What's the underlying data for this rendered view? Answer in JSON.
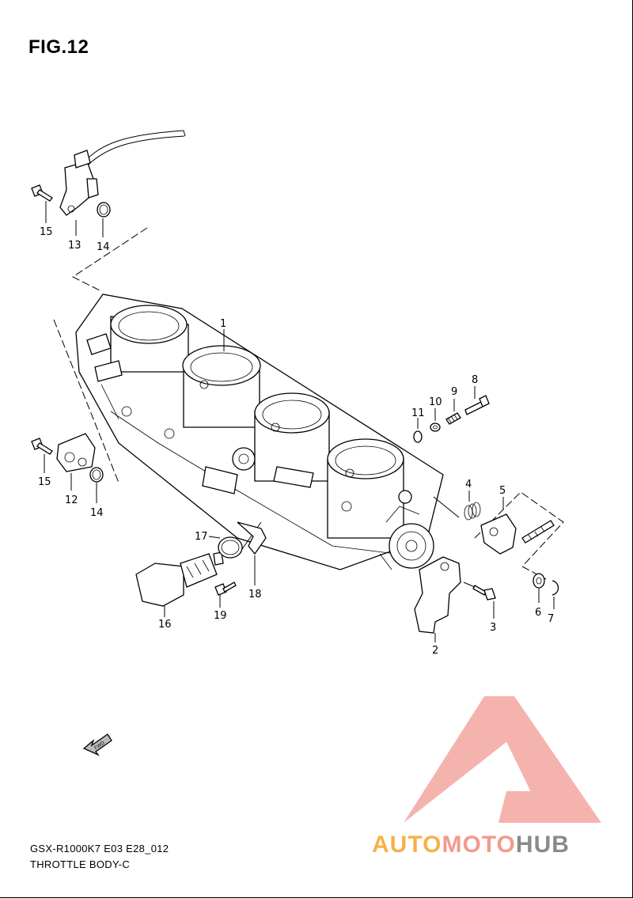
{
  "figure": {
    "title": "FIG.12",
    "model_code": "GSX-R1000K7 E03 E28_012",
    "name": "THROTTLE BODY-C"
  },
  "callouts": [
    "1",
    "2",
    "3",
    "4",
    "5",
    "6",
    "7",
    "8",
    "9",
    "10",
    "11",
    "12",
    "13",
    "14",
    "14",
    "15",
    "15",
    "16",
    "17",
    "18",
    "19"
  ],
  "direction_arrow": {
    "label": "FWD"
  },
  "watermark": {
    "part1": "AUTO",
    "part2": "MOTO",
    "part3": "HUB",
    "colors": {
      "auto": "#f6b14a",
      "moto": "#f39a8c",
      "hub": "#8a8a8a",
      "logo": "#f4a6a0"
    }
  }
}
